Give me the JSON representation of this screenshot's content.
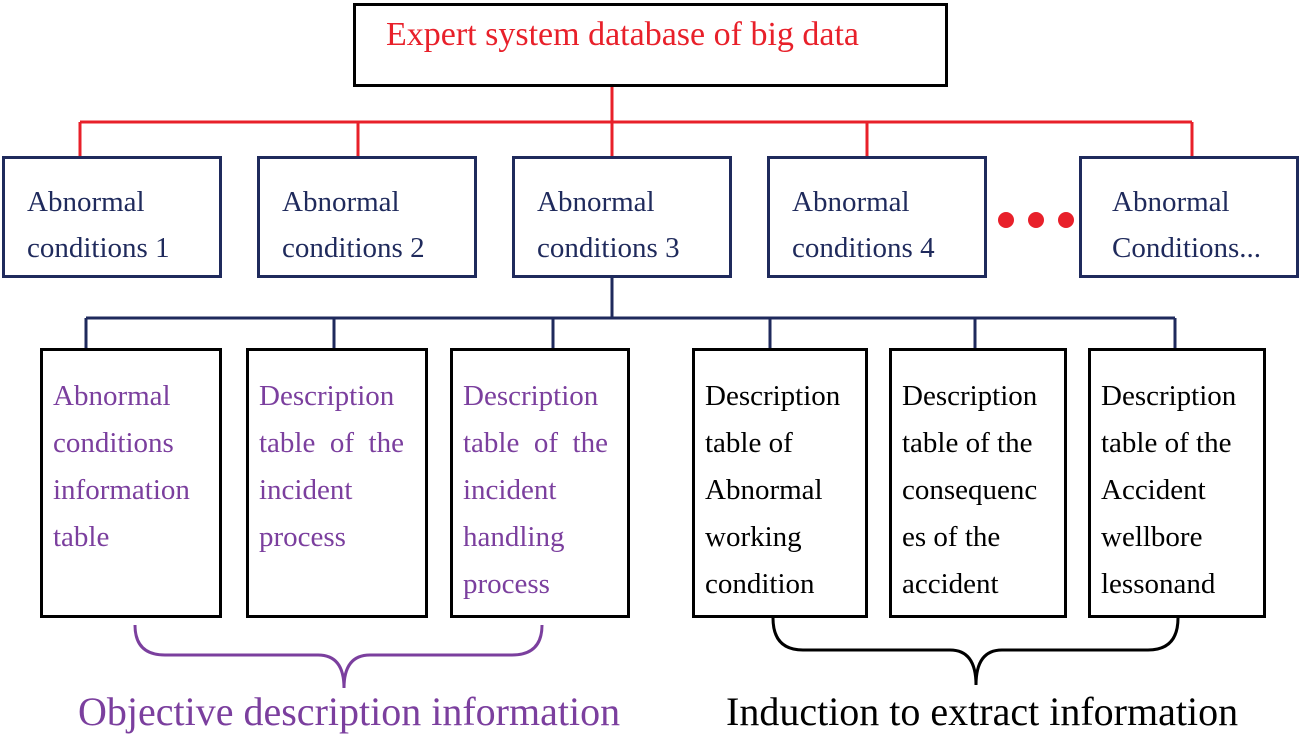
{
  "root": {
    "label": "Expert system database of big data",
    "color": "#e8202a"
  },
  "conditions": [
    {
      "line1": "Abnormal",
      "line2": "conditions 1"
    },
    {
      "line1": "Abnormal",
      "line2": "conditions 2"
    },
    {
      "line1": "Abnormal",
      "line2": "conditions 3"
    },
    {
      "line1": "Abnormal",
      "line2": "conditions 4"
    },
    {
      "line1": "Abnormal",
      "line2": "Conditions..."
    }
  ],
  "ellipsis_color": "#e8202a",
  "tables": [
    {
      "lines": [
        "Abnormal",
        "conditions",
        "information",
        "table"
      ],
      "color": "#7b3f9e"
    },
    {
      "lines": [
        "Description",
        "table  of  the",
        "incident",
        "process"
      ],
      "color": "#7b3f9e"
    },
    {
      "lines": [
        "Description",
        "table  of  the",
        "incident",
        "handling",
        "process"
      ],
      "color": "#7b3f9e"
    },
    {
      "lines": [
        "Description",
        "table of",
        "Abnormal",
        "working",
        "condition"
      ],
      "color": "#000000"
    },
    {
      "lines": [
        "Description",
        "table of the",
        "consequenc",
        "es of the",
        "accident"
      ],
      "color": "#000000"
    },
    {
      "lines": [
        "Description",
        "table of the",
        "Accident",
        "wellbore",
        "lessonand"
      ],
      "color": "#000000"
    }
  ],
  "groups": {
    "objective": {
      "label": "Objective description information",
      "color": "#7b3f9e"
    },
    "induction": {
      "label": "Induction to extract information",
      "color": "#000000"
    }
  },
  "line_colors": {
    "top_tree": "#e8202a",
    "lower_tree": "#1f2a5c"
  }
}
